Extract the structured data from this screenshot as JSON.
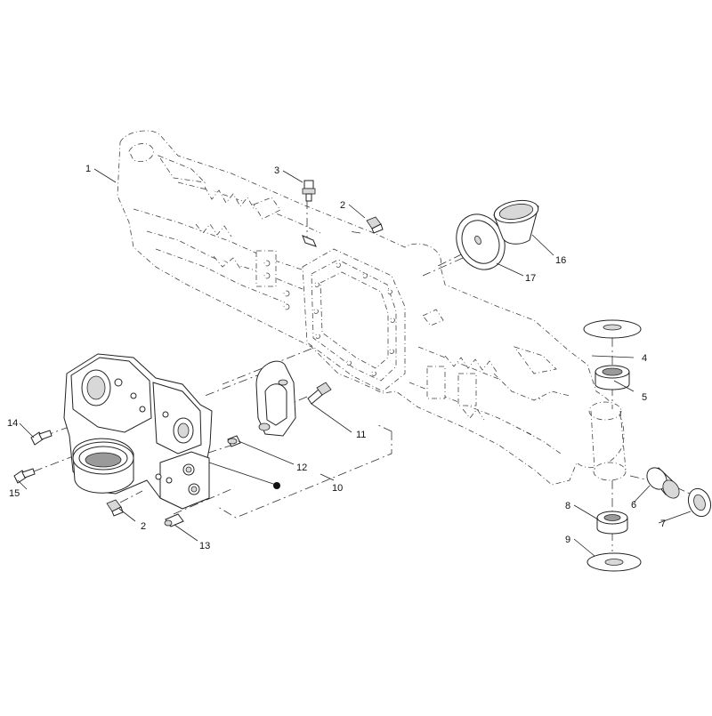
{
  "callouts": [
    {
      "id": "c1",
      "label": "1"
    },
    {
      "id": "c2a",
      "label": "2"
    },
    {
      "id": "c3",
      "label": "3"
    },
    {
      "id": "c4",
      "label": "4"
    },
    {
      "id": "c5",
      "label": "5"
    },
    {
      "id": "c6",
      "label": "6"
    },
    {
      "id": "c7",
      "label": "7"
    },
    {
      "id": "c8",
      "label": "8"
    },
    {
      "id": "c9",
      "label": "9"
    },
    {
      "id": "c10",
      "label": "10"
    },
    {
      "id": "c11",
      "label": "11"
    },
    {
      "id": "c12",
      "label": "12"
    },
    {
      "id": "c13",
      "label": "13"
    },
    {
      "id": "c14",
      "label": "14"
    },
    {
      "id": "c15",
      "label": "15"
    },
    {
      "id": "c2b",
      "label": "2"
    },
    {
      "id": "c16",
      "label": "16"
    },
    {
      "id": "c17",
      "label": "17"
    }
  ]
}
